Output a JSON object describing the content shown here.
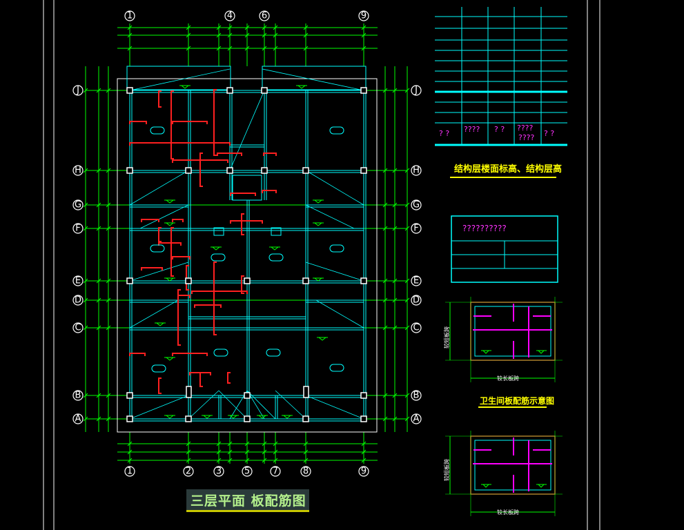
{
  "drawing": {
    "title": "三层平面  板配筋图",
    "axes_top": [
      "1",
      "4",
      "6",
      "9"
    ],
    "axes_bottom": [
      "1",
      "2",
      "3",
      "5",
      "7",
      "8",
      "9"
    ],
    "axes_left": [
      "J",
      "H",
      "G",
      "F",
      "E",
      "D",
      "C",
      "B",
      "A"
    ],
    "axes_right": [
      "J",
      "H",
      "G",
      "F",
      "E",
      "D",
      "C",
      "B",
      "A"
    ]
  },
  "elevation_table": {
    "cells_row1": [
      "? ?",
      "????",
      "? ?",
      "????",
      "?  ?"
    ],
    "cell_extra": "????",
    "caption": "结构层楼面标高、结构层高"
  },
  "legend_table": {
    "header": "??????????"
  },
  "detail_1": {
    "dim_bottom": "较长板跨",
    "dim_side": "较短板跨",
    "caption": "卫生间板配筋示意图"
  },
  "detail_2": {
    "dim_bottom": "较长板跨",
    "dim_side": "较短板跨"
  },
  "colors": {
    "background": "#000000",
    "grid_green": "#00ff00",
    "wall_cyan": "#00ffff",
    "rebar_red": "#ff0000",
    "rebar_magenta": "#ff00ff",
    "column_white": "#ffffff",
    "title_yellow": "#ffff00"
  }
}
